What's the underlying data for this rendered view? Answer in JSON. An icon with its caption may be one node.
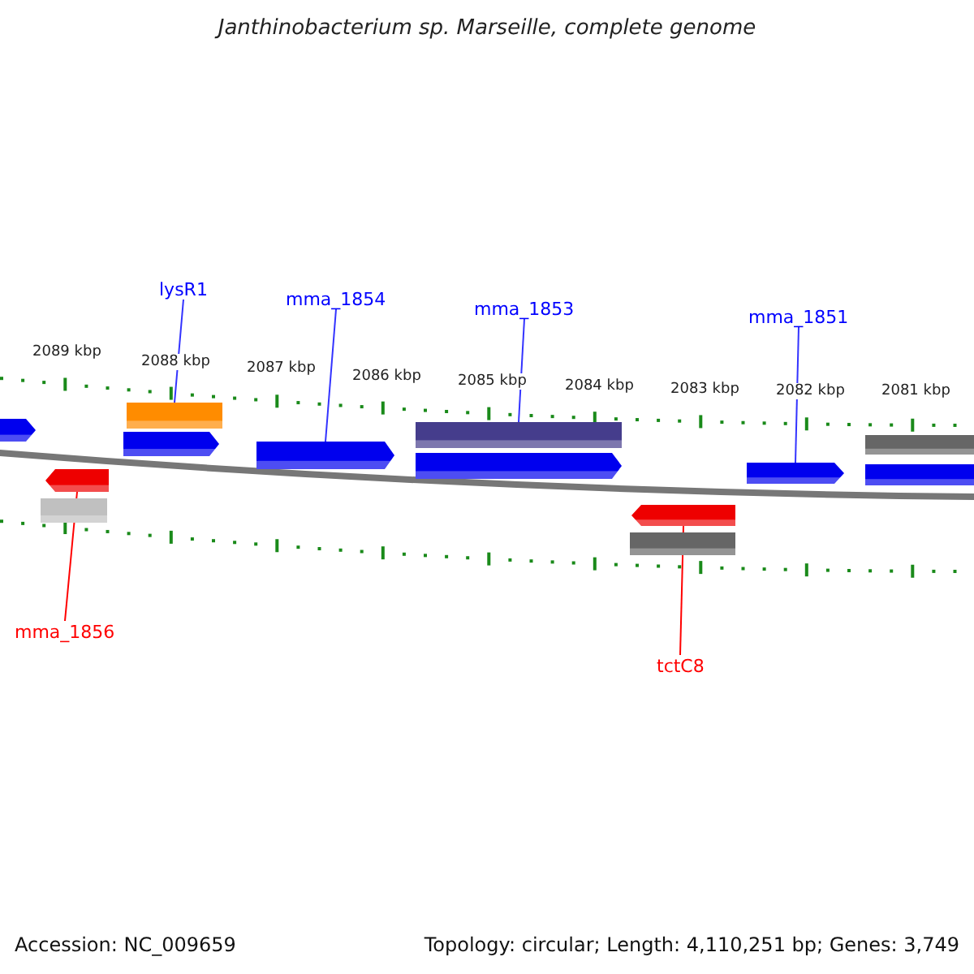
{
  "diagram": {
    "title": "Janthinobacterium sp. Marseille, complete genome",
    "nodes": [
      {
        "text": [
          "lysR1"
        ]
      },
      {
        "text": [
          "mma_1854"
        ]
      },
      {
        "text": [
          "mma_1853"
        ]
      },
      {
        "text": [
          "mma_1851"
        ]
      },
      {
        "text": [],
        "shape": "bar"
      },
      {
        "text": [],
        "shape": "bar"
      },
      {
        "text": [],
        "shape": "bar"
      },
      {
        "text": [],
        "shape": "bar"
      },
      {
        "text": [],
        "shape": "bar"
      },
      {
        "text": [],
        "shape": "bar"
      },
      {
        "text": [],
        "shape": "bar"
      },
      {
        "text": [],
        "shape": "bar"
      },
      {
        "text": [],
        "shape": "bar"
      },
      {
        "text": [],
        "shape": "bar"
      },
      {
        "text": [],
        "shape": "bar"
      },
      {
        "text": [],
        "shape": "bar"
      },
      {
        "text": [],
        "shape": "bar"
      },
      {
        "text": [
          "mma_1856"
        ]
      },
      {
        "text": [
          "tctC8"
        ]
      }
    ],
    "edges": [
      {
        "from": 0,
        "to": 5,
        "arrow": "none"
      },
      {
        "from": 1,
        "to": 7,
        "arrow": "none"
      },
      {
        "from": 2,
        "to": 8,
        "arrow": "none"
      },
      {
        "from": 3,
        "to": 11,
        "arrow": "none"
      },
      {
        "from": 17,
        "to": 13,
        "arrow": "none",
        "color": "#ff0000"
      },
      {
        "from": 18,
        "to": 15,
        "arrow": "none",
        "color": "#ff0000"
      }
    ],
    "labels": [
      "2089 kbp",
      "2088 kbp",
      "2087 kbp",
      "2086 kbp",
      "2085 kbp",
      "2084 kbp",
      "2083 kbp",
      "2082 kbp",
      "2081 kbp",
      "Accession: NC_009659",
      "Topology: circular; Length: 4,110,251 bp; Genes: 3,749"
    ]
  }
}
